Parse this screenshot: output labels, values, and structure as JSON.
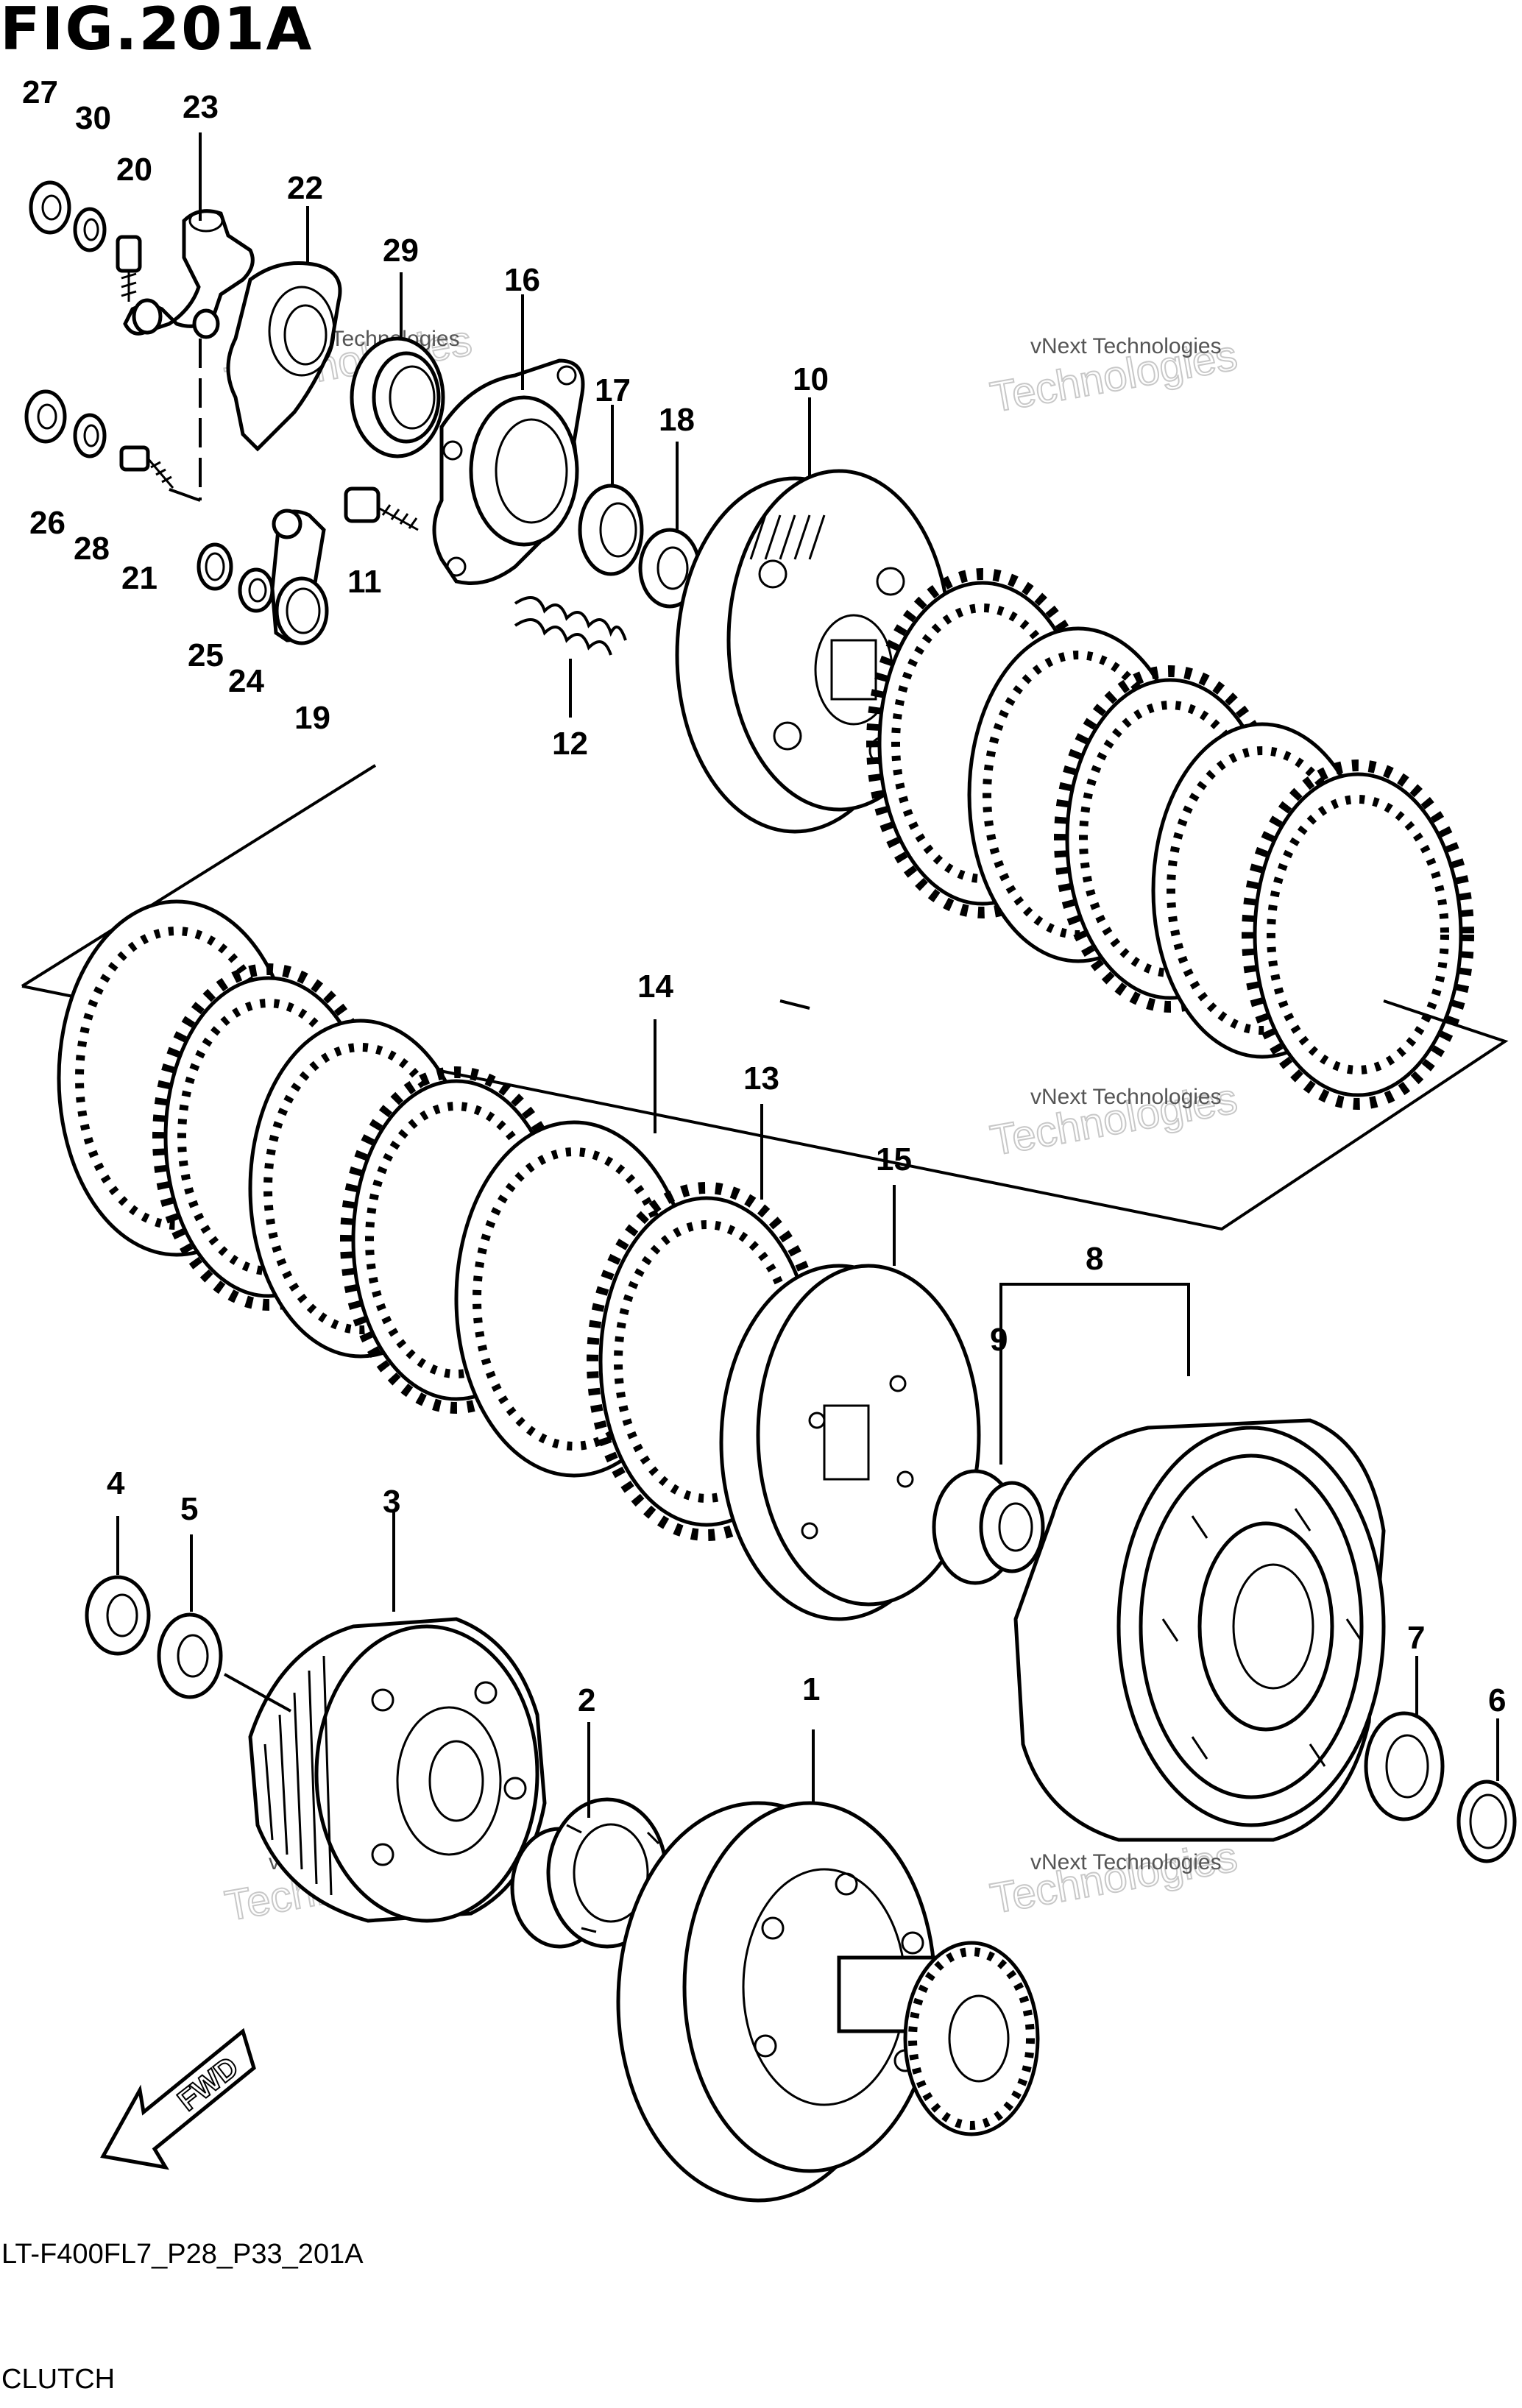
{
  "figure": {
    "title": "FIG.201A",
    "model_code": "LT-F400FL7_P28_P33_201A",
    "name": "CLUTCH"
  },
  "direction_arrow": {
    "label": "FWD"
  },
  "watermark": {
    "small_text": "vNext Technologies",
    "large_text": "Technologies"
  },
  "callouts": [
    "1",
    "2",
    "3",
    "4",
    "5",
    "6",
    "7",
    "8",
    "9",
    "10",
    "11",
    "12",
    "13",
    "14",
    "15",
    "16",
    "17",
    "18",
    "19",
    "20",
    "21",
    "22",
    "23",
    "24",
    "25",
    "26",
    "27",
    "28",
    "29",
    "30"
  ]
}
